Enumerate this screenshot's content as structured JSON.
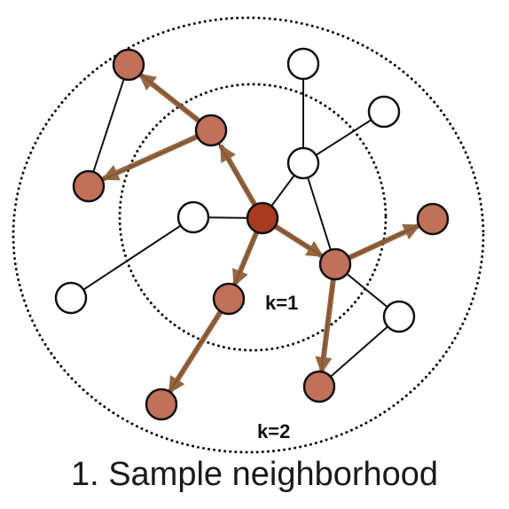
{
  "labels": {
    "inner_ring": "k=1",
    "outer_ring": "k=2"
  },
  "caption": "1. Sample neighborhood",
  "colors": {
    "target_node": "#a83a22",
    "sampled_node": "#c1705a",
    "unsampled_node": "#ffffff",
    "sampled_edge": "#8c5a32",
    "edge": "#111111"
  }
}
